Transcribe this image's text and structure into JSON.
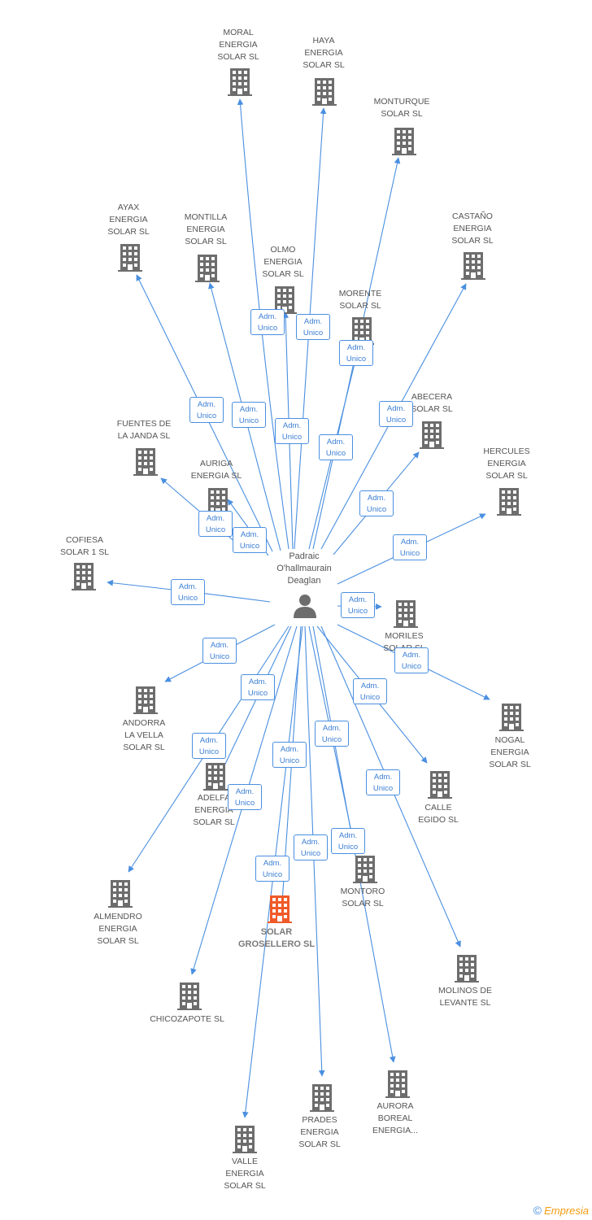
{
  "colors": {
    "edge": "#4a8fe0",
    "building": "#6d6d6d",
    "building_highlight": "#f05a28",
    "person": "#6d6d6d",
    "label": "#555555"
  },
  "person": {
    "name": "Padraic\nO'hallmaurain\nDeaglan",
    "icon": "person-icon"
  },
  "role_label": "Adm.\nUnico",
  "companies": [
    {
      "name": "MORAL\nENERGIA\nSOLAR SL"
    },
    {
      "name": "HAYA\nENERGIA\nSOLAR SL"
    },
    {
      "name": "MONTURQUE\nSOLAR SL"
    },
    {
      "name": "AYAX\nENERGIA\nSOLAR SL"
    },
    {
      "name": "MONTILLA\nENERGIA\nSOLAR SL"
    },
    {
      "name": "OLMO\nENERGIA\nSOLAR SL"
    },
    {
      "name": "CASTAÑO\nENERGIA\nSOLAR SL"
    },
    {
      "name": "MORENTE\nSOLAR SL"
    },
    {
      "name": "ABECERA\nSOLAR SL"
    },
    {
      "name": "FUENTES DE\nLA JANDA SL"
    },
    {
      "name": "AURIGA\nENERGIA SL"
    },
    {
      "name": "HERCULES\nENERGIA\nSOLAR SL"
    },
    {
      "name": "COFIESA\nSOLAR 1 SL"
    },
    {
      "name": "MORILES\nSOLAR SL"
    },
    {
      "name": "NOGAL\nENERGIA\nSOLAR SL"
    },
    {
      "name": "ANDORRA\nLA VELLA\nSOLAR SL"
    },
    {
      "name": "ADELFA\nENERGIA\nSOLAR SL"
    },
    {
      "name": "CALLE\nEGIDO SL"
    },
    {
      "name": "MONTORO\nSOLAR SL"
    },
    {
      "name": "ALMENDRO\nENERGIA\nSOLAR SL"
    },
    {
      "name": "SOLAR\nGROSELLERO SL",
      "highlight": true
    },
    {
      "name": "MOLINOS DE\nLEVANTE SL"
    },
    {
      "name": "CHICOZAPOTE SL"
    },
    {
      "name": "AURORA\nBOREAL\nENERGIA..."
    },
    {
      "name": "PRADES\nENERGIA\nSOLAR SL"
    },
    {
      "name": "VALLE\nENERGIA\nSOLAR SL"
    }
  ],
  "branding": {
    "copyright": "©",
    "brand": "Empresia"
  }
}
